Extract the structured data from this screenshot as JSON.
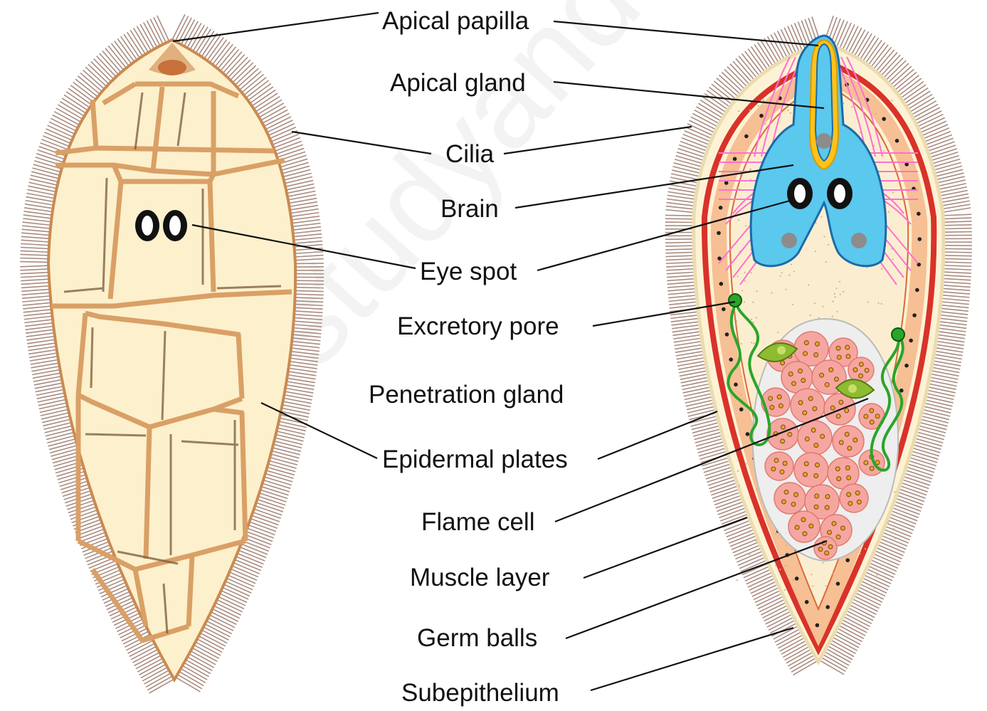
{
  "labels": {
    "apical_papilla": "Apical papilla",
    "apical_gland": "Apical gland",
    "cilia": "Cilia",
    "brain": "Brain",
    "eye_spot": "Eye spot",
    "excretory_pore": "Excretory pore",
    "penetration_gland": "Penetration gland",
    "epidermal_plates": "Epidermal plates",
    "flame_cell": "Flame cell",
    "muscle_layer": "Muscle layer",
    "germ_balls": "Germ balls",
    "subepithelium": "Subepithelium"
  },
  "watermark": "studyandscore.com",
  "colors": {
    "body_fill": "#fdf0cc",
    "plate_line": "#d9a066",
    "cilia": "#a98c80",
    "muscle": "#d9322a",
    "subepithelium": "#f6bf94",
    "apical_gland": "#5bc8ee",
    "brain_fibers": "#ff6fd2",
    "apical_yellow": "#ffc21a",
    "germ_balls": "#f6a6a0",
    "flame_cell": "#8dbb32",
    "excretory_tube": "#2aa52a"
  }
}
